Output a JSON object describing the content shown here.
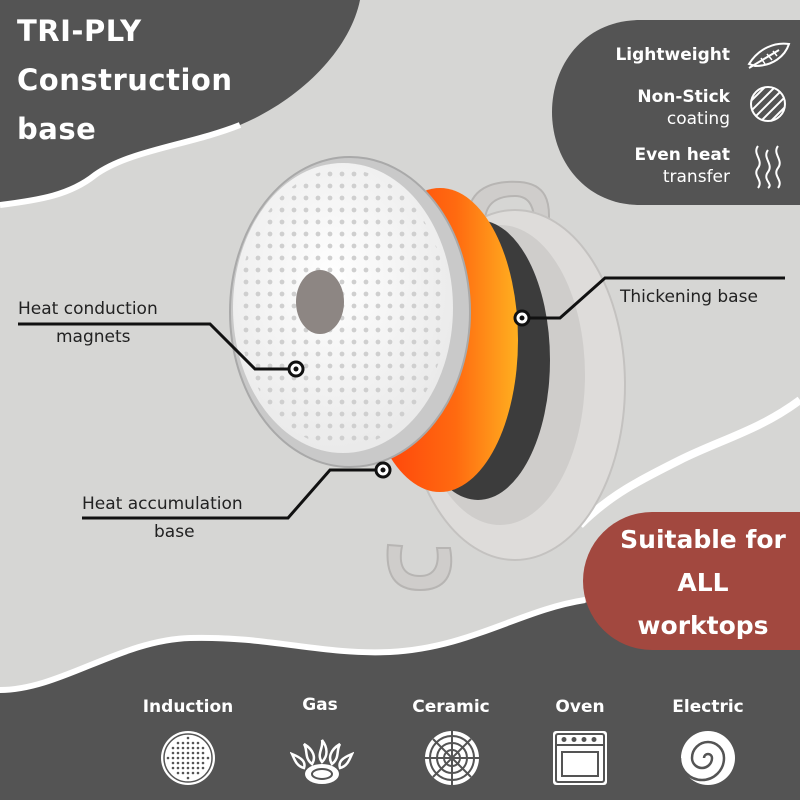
{
  "title": {
    "line1": "TRI-PLY",
    "line2": "Construction",
    "line3": "base"
  },
  "features": [
    {
      "line1": "Lightweight",
      "line2": "",
      "icon": "feather-icon"
    },
    {
      "line1": "Non-Stick",
      "line2": "coating",
      "icon": "striped-circle-icon"
    },
    {
      "line1": "Even  heat",
      "line2": "transfer",
      "icon": "heat-waves-icon"
    }
  ],
  "callouts": {
    "heat_conduction": {
      "line1": "Heat conduction",
      "line2": "magnets"
    },
    "thickening": {
      "line1": "Thickening base"
    },
    "heat_accumulation": {
      "line1": "Heat accumulation",
      "line2": "base"
    }
  },
  "suitable": {
    "line1": "Suitable for",
    "line2": "ALL",
    "line3": "worktops"
  },
  "worktops": [
    {
      "label": "Induction",
      "icon": "induction-icon"
    },
    {
      "label": "Gas",
      "icon": "gas-burner-icon"
    },
    {
      "label": "Ceramic",
      "icon": "ceramic-hob-icon"
    },
    {
      "label": "Oven",
      "icon": "oven-icon"
    },
    {
      "label": "Electric",
      "icon": "electric-coil-icon"
    }
  ],
  "colors": {
    "dark_panel": "#545454",
    "background": "#d6d6d4",
    "accent_red": "#a2483f",
    "heat_orange": "#ff5a12"
  }
}
